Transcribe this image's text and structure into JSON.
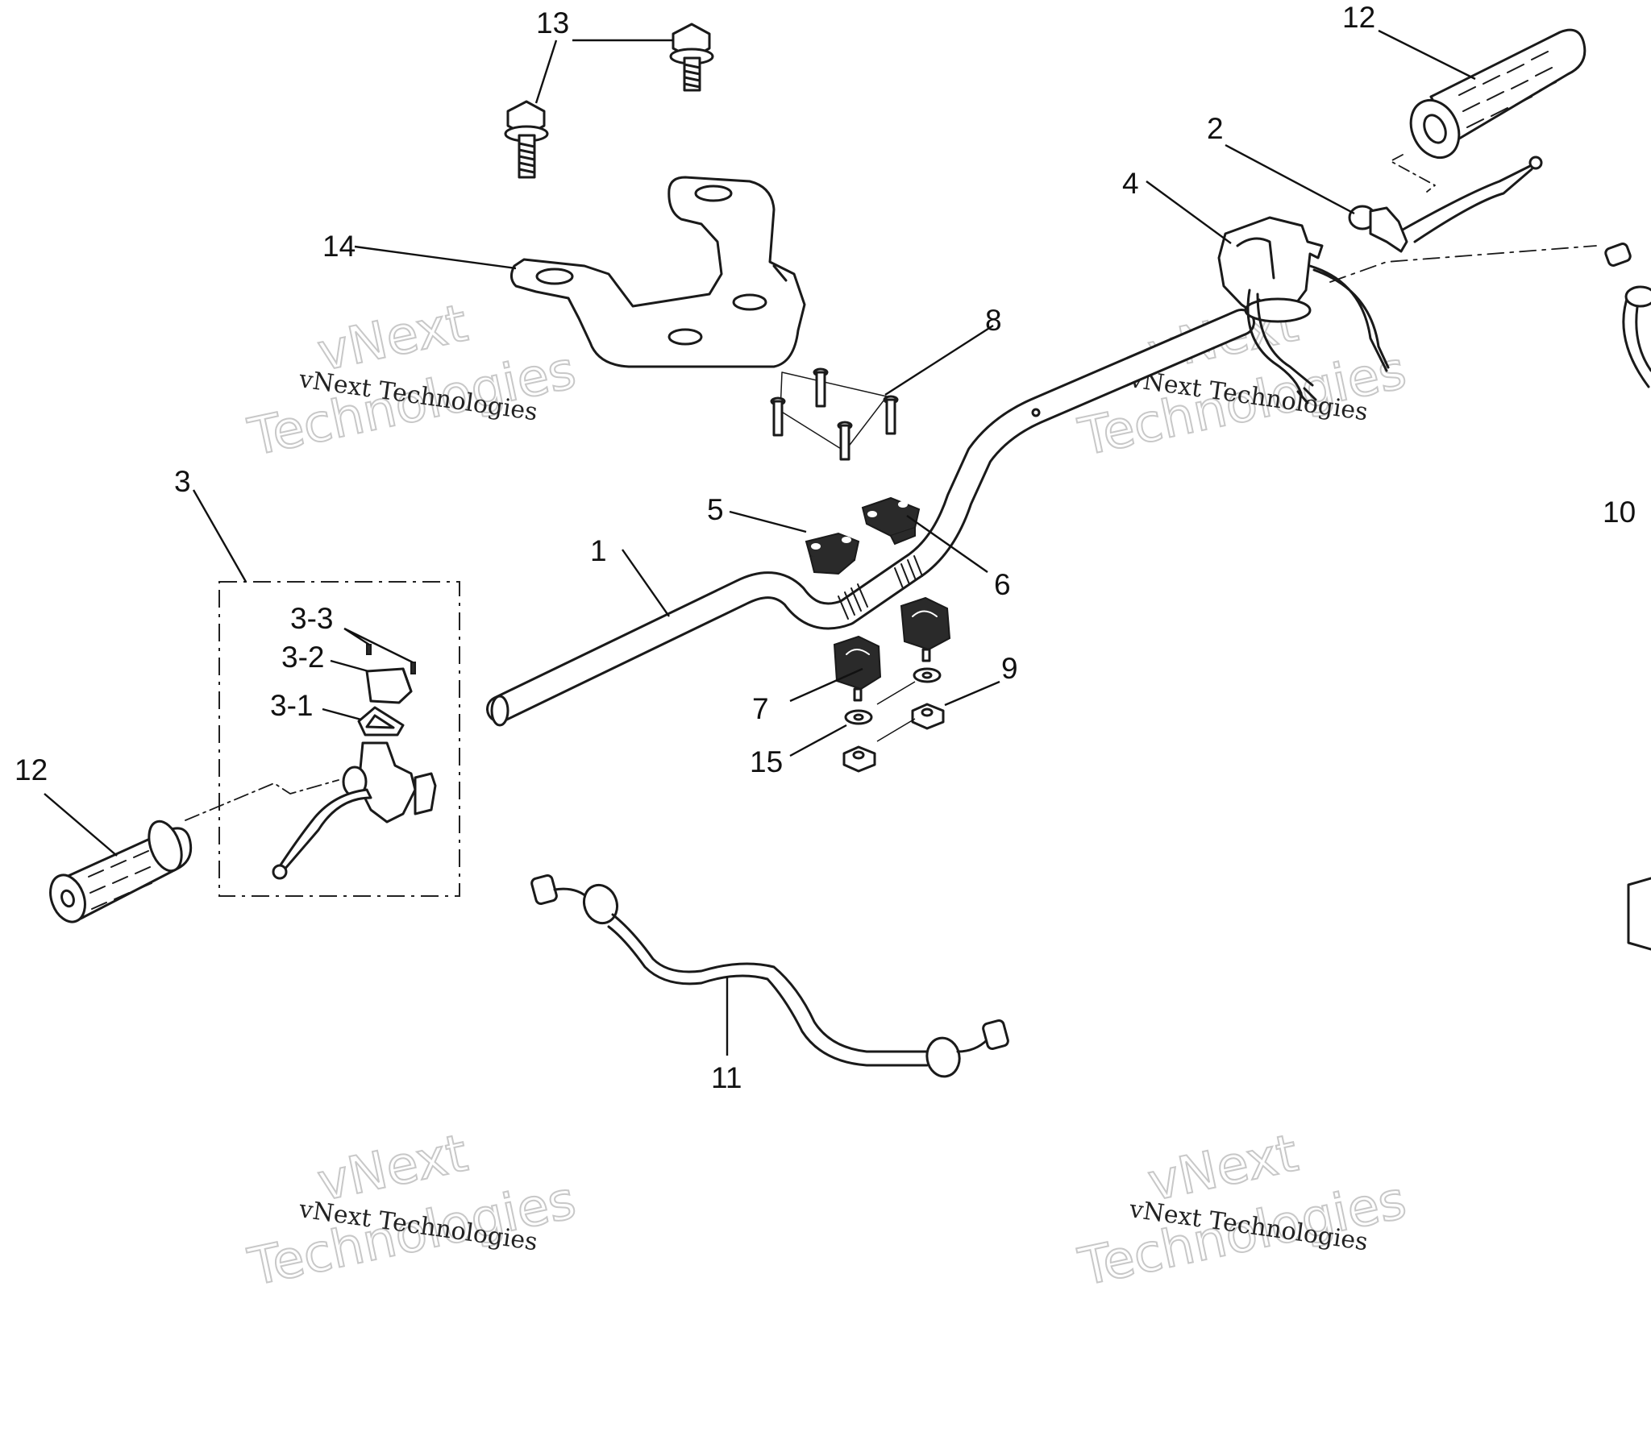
{
  "diagram": {
    "callouts": {
      "c1": "1",
      "c2": "2",
      "c3": "3",
      "c3_1": "3-1",
      "c3_2": "3-2",
      "c3_3": "3-3",
      "c4": "4",
      "c5": "5",
      "c6": "6",
      "c7": "7",
      "c8": "8",
      "c9": "9",
      "c10": "10",
      "c11": "11",
      "c12_left": "12",
      "c12_right": "12",
      "c13": "13",
      "c14": "14",
      "c15": "15"
    }
  },
  "watermark": {
    "line_small": "vNext Technologies",
    "line_big_1": "vNext",
    "line_big_2": "Technologies"
  }
}
